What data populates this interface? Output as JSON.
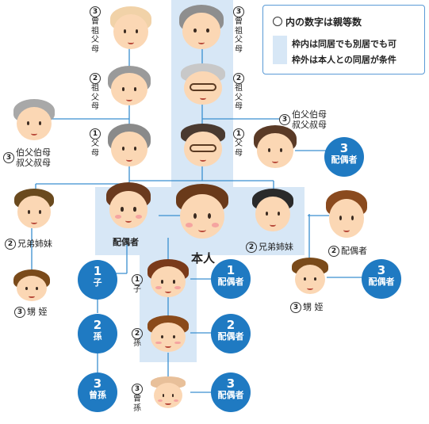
{
  "legend": {
    "title": "内の数字は親等数",
    "line1": "枠内は同居でも別居でも可",
    "line2": "枠外は本人との同居が条件"
  },
  "self": "本人",
  "labels": {
    "sogo_sofubo_l": {
      "num": "3",
      "text": "曾祖父母"
    },
    "sofubo_l": {
      "num": "2",
      "text": "祖父母"
    },
    "fubo_l": {
      "num": "1",
      "text": "父母"
    },
    "sogo_sofubo_r": {
      "num": "3",
      "text": "曾祖父母"
    },
    "sofubo_r": {
      "num": "2",
      "text": "祖父母"
    },
    "fubo_r": {
      "num": "1",
      "text": "父母"
    },
    "oji_l": {
      "num": "3",
      "text1": "伯父伯母",
      "text2": "叔父叔母"
    },
    "oji_r": {
      "num": "3",
      "text1": "伯父伯母",
      "text2": "叔父叔母"
    },
    "kyodai_l": {
      "num": "2",
      "text": "兄弟姉妹"
    },
    "kyodai_r": {
      "num": "2",
      "text": "兄弟姉妹"
    },
    "oimei_l": {
      "num": "3",
      "text": "甥 姪"
    },
    "oimei_r": {
      "num": "3",
      "text": "甥 姪"
    },
    "spouse": "配偶者",
    "kyodai_spouse": {
      "num": "2",
      "text": "配偶者"
    },
    "ko": {
      "num": "1",
      "text": "子"
    },
    "mago": {
      "num": "2",
      "text": "孫"
    },
    "himago": {
      "num": "3",
      "text": "曾孫"
    }
  },
  "circles": {
    "oji_spouse": {
      "num": "3",
      "text": "配偶者"
    },
    "ko_spouse": {
      "num": "1",
      "text": "配偶者"
    },
    "mago_spouse": {
      "num": "2",
      "text": "配偶者"
    },
    "himago_spouse": {
      "num": "3",
      "text": "配偶者"
    },
    "oimei_spouse": {
      "num": "3",
      "text": "配偶者"
    },
    "spouse_ko": {
      "num": "1",
      "text": "子"
    },
    "spouse_mago": {
      "num": "2",
      "text": "孫"
    },
    "spouse_himago": {
      "num": "3",
      "text": "曾孫"
    }
  },
  "colors": {
    "accent": "#1f7ac2",
    "frame": "#d7e7f6",
    "line": "#3a8fd0"
  }
}
